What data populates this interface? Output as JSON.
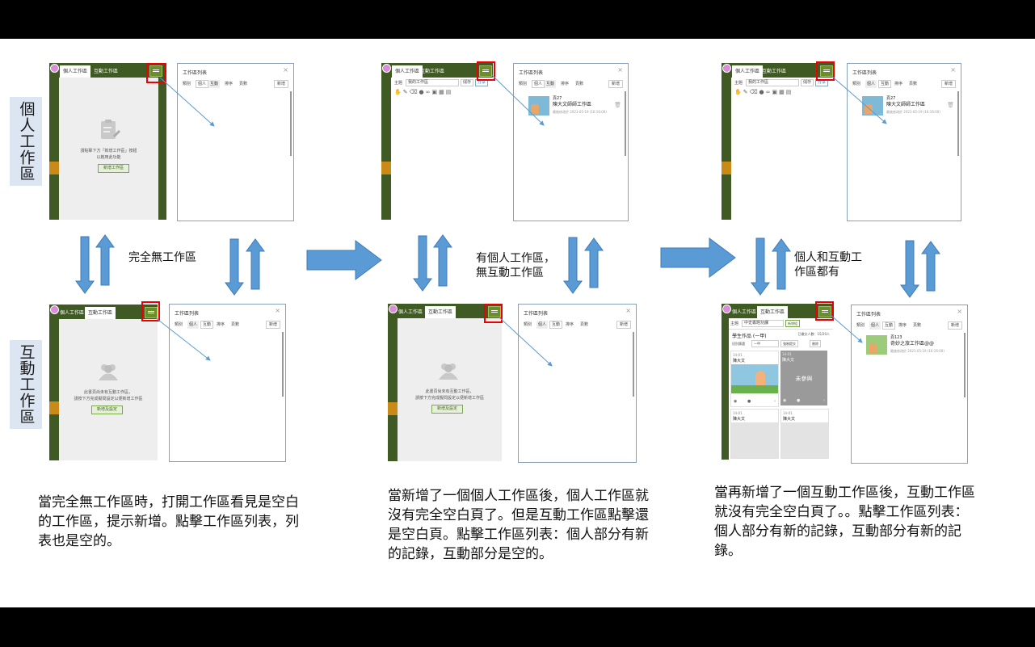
{
  "labels": {
    "personal": "個人工作區",
    "interactive": "互動工作區"
  },
  "ui": {
    "tab_personal": "個人工作區",
    "tab_interactive": "互動工作區",
    "list_title": "工作區列表",
    "filter_label": "類別",
    "seg_personal": "個人",
    "seg_interactive": "互動",
    "sort_label": "排序",
    "sort_value": "頁數",
    "new_label": "新增",
    "topic_label": "主題",
    "topic_value": "我的工作區",
    "save_label": "儲存",
    "share_label": "分享",
    "empty_personal_hint_1": "請點擊下方「新增工作區」按鈕",
    "empty_personal_hint_2": "以啟用此功能",
    "empty_personal_btn": "新增工作區",
    "empty_interactive_hint_1": "此書頁尚未有互動工作區，",
    "empty_interactive_hint_2": "請按下方完成擬問設定以便新增工作區",
    "empty_interactive_btn": "新增及設定",
    "item_page_personal": "頁27",
    "item_name_personal": "陳大文師師工作區",
    "item_name_personal_b": "陳大文師師工作區",
    "item_meta": "最後修改於 2021-05-19 (16:16:00)",
    "item_page_interactive": "頁123",
    "item_name_interactive": "奇妙之旅工作區@@",
    "item_meta_interactive": "最後修改於 2021-05-19 (16:16:00)",
    "topic_value_interactive": "中史專題功課",
    "topic_tag": "新增組",
    "student_works": "學生作品 (一甲)",
    "submitted": "已繳交人數：15/20人",
    "class_label": "班別篩選",
    "class_value": "一甲",
    "force_submit": "強制提交",
    "delete_label": "刪除",
    "card_no_1": "14-01",
    "card_name_1": "陳大文",
    "card_no_2": "14-01",
    "card_name_2": "陳大文",
    "not_joined": "未參與",
    "card_no_3": "14-01",
    "card_name_3": "陳大文",
    "card_no_4": "14-01",
    "card_name_4": "陳大文"
  },
  "middle": {
    "stage1": "完全無工作區",
    "stage2_line1": "有個人工作區，",
    "stage2_line2": "無互動工作區",
    "stage3_line1": "個人和互動工",
    "stage3_line2": "作區都有"
  },
  "captions": {
    "c1": "當完全無工作區時，打開工作區看見是空白的工作區，提示新增。點擊工作區列表，列表也是空的。",
    "c2": "當新增了一個個人工作區後，個人工作區就沒有完全空白頁了。但是互動工作區點擊還是空白頁。點擊工作區列表：個人部分有新的記錄，互動部分是空的。",
    "c3": "當再新增了一個互動工作區後，互動工作區就沒有完全空白頁了。。點擊工作區列表：個人部分有新的記錄，互動部分有新的記錄。"
  },
  "colors": {
    "panel_green": "#3f5a22",
    "arrow_blue": "#5b9bd5",
    "highlight_red": "#e00000",
    "label_bg": "#dce6f2"
  }
}
